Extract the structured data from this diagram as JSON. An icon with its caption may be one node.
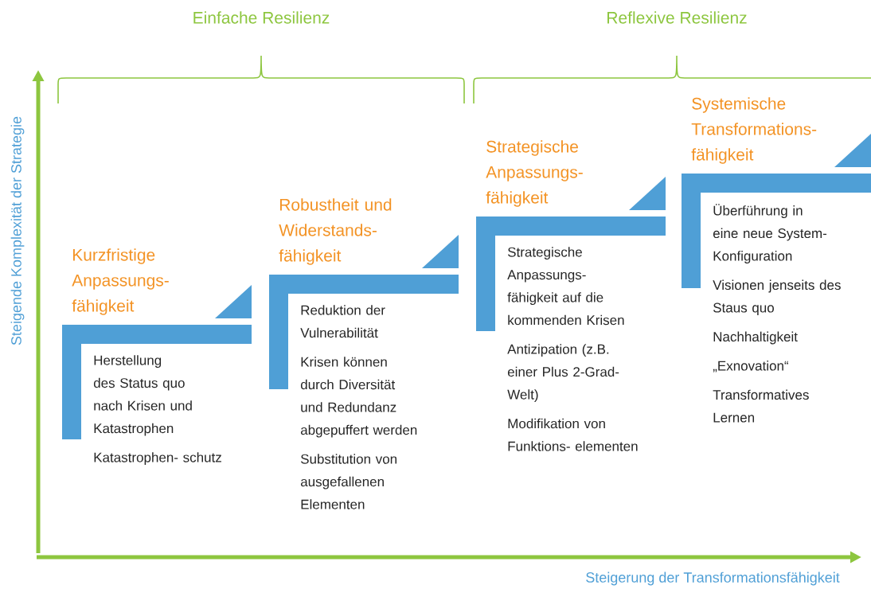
{
  "diagram": {
    "nodes": [
      {
        "text": [
          "Kurzfristige Anpassungs- fähigkeit",
          "Herstellung des Status quo nach Krisen und Katastrophen",
          "Katastrophen- schutz"
        ]
      },
      {
        "text": [
          "Robustheit und Widerstands- fähigkeit",
          "Reduktion der Vulnerabilität",
          "Krisen können durch Diversität und Redundanz abgepuffert werden",
          "Substitution von ausgefallenen Elementen"
        ]
      },
      {
        "text": [
          "Strategische Anpassungs- fähigkeit",
          "Strategische Anpassungs- fähigkeit auf die kommenden Krisen",
          "Antizipation (z.B. einer Plus 2-Grad-Welt)",
          "Modifikation von Funktions- elementen"
        ]
      },
      {
        "text": [
          "Systemische Transformations- fähigkeit",
          "Überführung in eine neue System- Konfiguration",
          "Visionen jenseits des Staus quo",
          "Nachhaltigkeit",
          "„Exnovation“",
          "Transformatives Lernen"
        ]
      }
    ],
    "labels": [
      "Einfache Resilienz",
      "Reflexive Resilienz",
      "Steigende Komplexität der Strategie",
      "Steigerung der Transformationsfähigkeit"
    ]
  }
}
